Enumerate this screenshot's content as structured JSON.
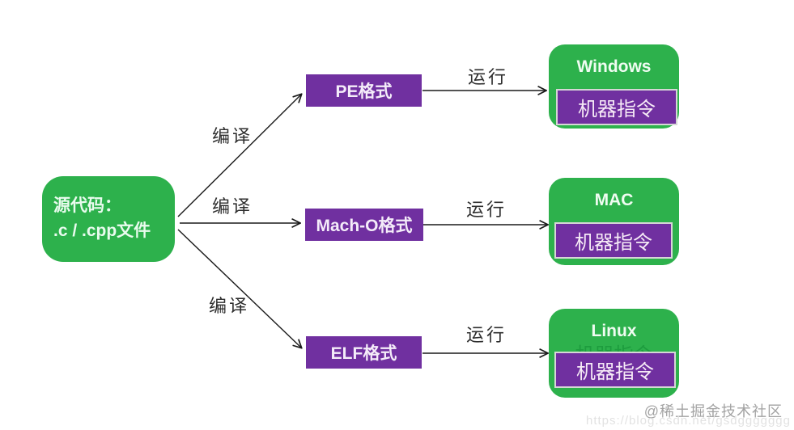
{
  "diagram": {
    "source_box": {
      "line1": "源代码：",
      "line2": ".c / .cpp文件"
    },
    "format_boxes": [
      {
        "id": "pe",
        "label": "PE格式"
      },
      {
        "id": "macho",
        "label": "Mach-O格式"
      },
      {
        "id": "elf",
        "label": "ELF格式"
      }
    ],
    "os_boxes": [
      {
        "id": "windows",
        "title": "Windows",
        "inner_label": "机器指令"
      },
      {
        "id": "mac",
        "title": "MAC",
        "inner_label": "机器指令"
      },
      {
        "id": "linux",
        "title": "Linux",
        "inner_label": "机器指令",
        "ghost_label": "机器指令"
      }
    ],
    "compile_labels": [
      "编译",
      "编译",
      "编译"
    ],
    "run_labels": [
      "运行",
      "运行",
      "运行"
    ],
    "colors": {
      "node_green": "#2db14c",
      "node_purple": "#7030a0",
      "inner_border_gray": "#d6d6d6",
      "arrow_black": "#1a1a1a",
      "ghost_green": "#1d9c3e"
    }
  },
  "watermark": {
    "community": "@稀土掘金技术社区",
    "url": "https://blog.csdn.net/gsdggggggg"
  }
}
